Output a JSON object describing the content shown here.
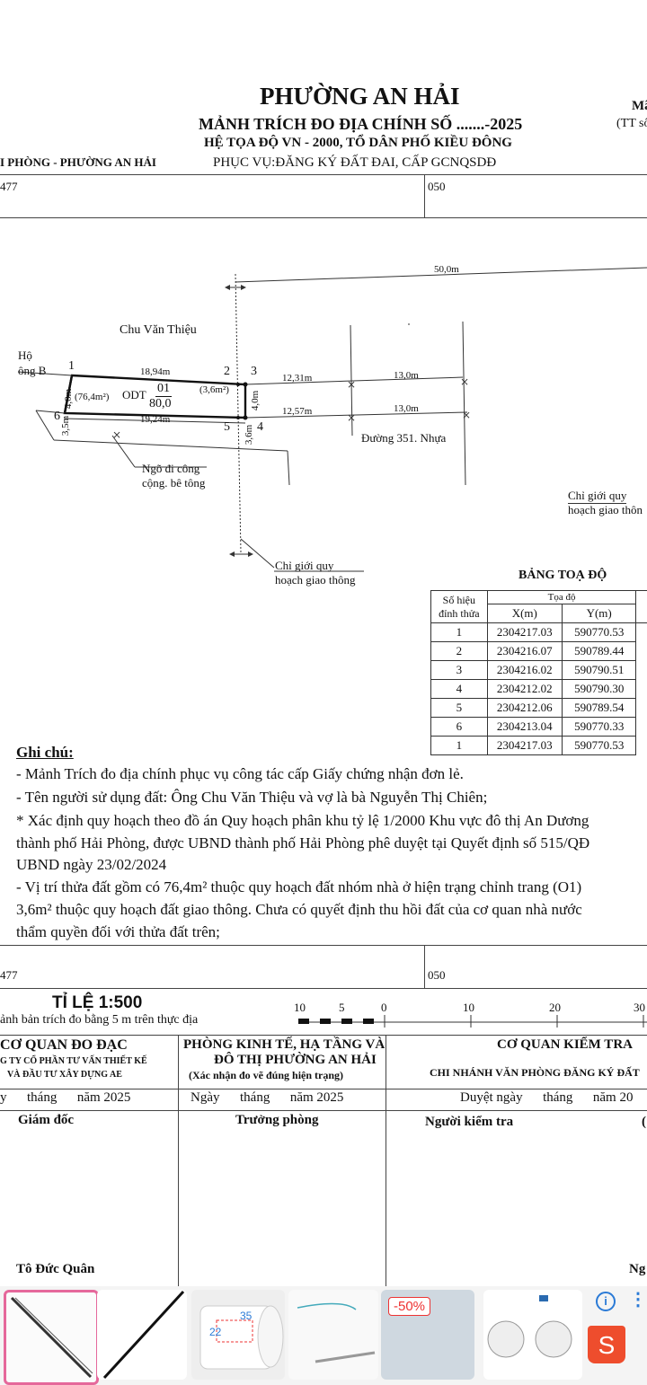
{
  "header": {
    "title": "PHƯỜNG AN HẢI",
    "subtitle": "MẢNH TRÍCH ĐO ĐỊA CHÍNH SỐ .......-2025",
    "coord_system": "HỆ TỌA ĐỘ VN - 2000,  TỔ DÂN PHỐ  KIỀU ĐÔNG",
    "purpose": "PHỤC VỤ:ĐĂNG KÝ ĐẤT ĐAI, CẤP GCNQSDĐ",
    "left_label": "I PHÒNG - PHƯỜNG AN HẢI",
    "right_code": "Mã",
    "right_note": "(TT số",
    "sheet_left": "477",
    "sheet_right": "050"
  },
  "drawing": {
    "dist_50": "50,0m",
    "owner_name": "Chu Văn Thiệu",
    "neighbor_line1": "Hộ",
    "neighbor_line2": "ông B",
    "pt1": "1",
    "pt2": "2",
    "pt3": "3",
    "pt4": "4",
    "pt5": "5",
    "pt6": "6",
    "len_top": "18,94m",
    "len_bottom": "19,24m",
    "len_left": "4,0m",
    "len_left2": "3,5m",
    "len_right": "4,0m",
    "len_right2": "3,6m",
    "area_main": "(76,4m²)",
    "area_small": "(3,6m²)",
    "odt": "ODT",
    "parcel_no": "01",
    "parcel_area": "80,0",
    "len_12_31": "12,31m",
    "len_13_0_a": "13,0m",
    "len_12_57": "12,57m",
    "len_13_0_b": "13,0m",
    "road": "Đường 351. Nhựa",
    "alley_line1": "Ngõ đi công",
    "alley_line2": "cộng. bê tông",
    "boundary_right_line1": "Chỉ giới quy",
    "boundary_right_line2": "hoạch giao thôn",
    "boundary_bottom_line1": "Chỉ giới quy",
    "boundary_bottom_line2": "hoạch giao thông"
  },
  "coord_table": {
    "title": "BẢNG TOẠ ĐỘ",
    "col_point_line1": "Số hiệu",
    "col_point_line2": "đỉnh thửa",
    "col_coord": "Tọa độ",
    "col_x": "X(m)",
    "col_y": "Y(m)",
    "rows": [
      {
        "p": "1",
        "x": "2304217.03",
        "y": "590770.53"
      },
      {
        "p": "2",
        "x": "2304216.07",
        "y": "590789.44"
      },
      {
        "p": "3",
        "x": "2304216.02",
        "y": "590790.51"
      },
      {
        "p": "4",
        "x": "2304212.02",
        "y": "590790.30"
      },
      {
        "p": "5",
        "x": "2304212.06",
        "y": "590789.54"
      },
      {
        "p": "6",
        "x": "2304213.04",
        "y": "590770.33"
      },
      {
        "p": "1",
        "x": "2304217.03",
        "y": "590770.53"
      }
    ]
  },
  "notes": {
    "heading": "Ghi chú:",
    "line1": "- Mảnh Trích đo địa chính phục vụ công tác cấp Giấy chứng nhận đơn lẻ.",
    "line2": "- Tên người sử dụng đất: Ông Chu Văn Thiệu và vợ là bà Nguyễn Thị Chiên;",
    "line3": "* Xác định quy hoạch theo đồ án Quy hoạch phân khu tỷ lệ 1/2000 Khu vực đô thị An Dương",
    "line4": "thành phố Hải Phòng, được UBND thành phố Hải Phòng phê duyệt tại Quyết định số 515/QĐ",
    "line5": "UBND ngày 23/02/2024",
    "line6": "- Vị trí thửa đất gồm có 76,4m² thuộc quy hoạch đất nhóm nhà ở hiện trạng chỉnh trang (O1)",
    "line7": "3,6m² thuộc quy hoạch đất giao thông. Chưa có quyết định thu hồi đất của cơ quan nhà nước",
    "line8": "thẩm quyền đối với thửa đất trên;"
  },
  "footer": {
    "sheet_left": "477",
    "sheet_right": "050",
    "scale_label": "TỈ LỆ 1:500",
    "scale_note": "ảnh bản trích đo bằng 5 m trên thực địa",
    "scale_ticks": [
      "10",
      "5",
      "0",
      "10",
      "20",
      "30"
    ],
    "col1_title": "CƠ QUAN ĐO ĐẠC",
    "col1_sub1": "G TY CỔ PHẦN TƯ VẤN THIẾT KẾ",
    "col1_sub2": "VÀ ĐẦU TƯ XÂY DỰNG AE",
    "col2_title1": "PHÒNG KINH TẾ, HẠ TẦNG VÀ",
    "col2_title2": "ĐÔ THỊ PHƯỜNG AN HẢI",
    "col2_sub": "(Xác nhận đo vẽ đúng hiện trạng)",
    "col3_title": "CƠ QUAN KIỂM TRA",
    "col3_sub": "CHI NHÁNH VĂN PHÒNG ĐĂNG KÝ ĐẤT",
    "date1": "y      tháng      năm 2025",
    "date2": "Ngày      tháng      năm 2025",
    "date3": "Duyệt ngày      tháng      năm 20",
    "role1": "Giám đốc",
    "role2": "Trưởng phòng",
    "role3": "Người kiểm tra",
    "role4": "(",
    "signer1": "Tô Đức Quân",
    "signer4": "Ng"
  },
  "ads": {
    "discount": "-50%",
    "label_35": "35",
    "label_22": "22",
    "info_icon": "info-icon",
    "more_icon": "more-vertical-icon",
    "shop_icon": "shopee-bag-icon",
    "shop_letter": "S"
  }
}
